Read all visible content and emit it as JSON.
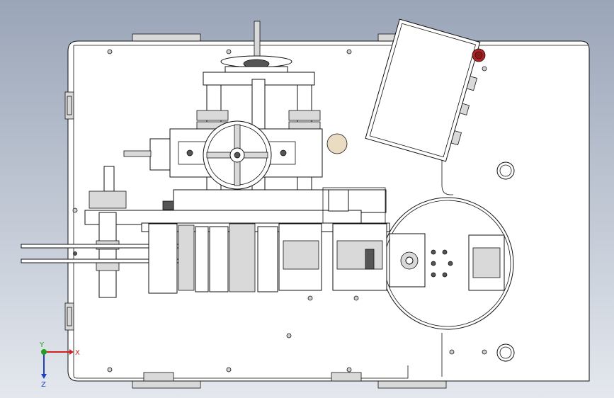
{
  "view": {
    "title": "",
    "background_top": "#9aa5b8",
    "background_bottom": "#e4e8ee"
  },
  "triad": {
    "x_label": "X",
    "y_label": "Y",
    "z_label": "Z",
    "x_color": "#d02020",
    "y_color": "#20a020",
    "z_color": "#2040c0"
  }
}
